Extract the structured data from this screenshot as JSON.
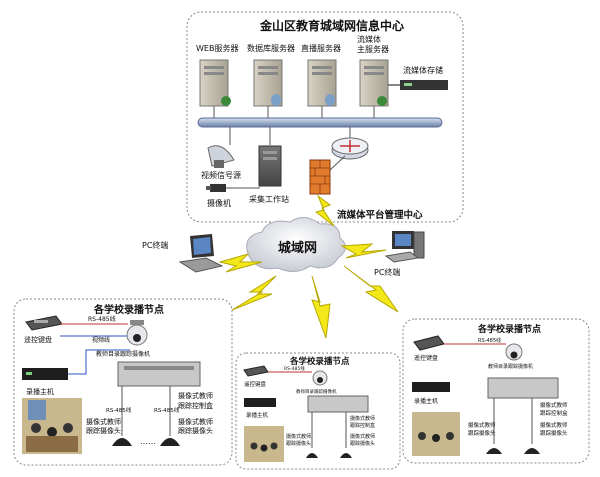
{
  "center": {
    "title": "金山区教育城域网信息中心",
    "web_server": "WEB服务器",
    "db_server": "数据库服务器",
    "live_server": "直播服务器",
    "stream_server_l1": "流媒体",
    "stream_server_l2": "主服务器",
    "stream_storage": "流媒体存储",
    "video_source": "视频信号源",
    "camera": "摄像机",
    "workstation": "采集工作站",
    "platform_title": "流媒体平台管理中心"
  },
  "network": {
    "metro": "城域网",
    "pc_left": "PC终端",
    "pc_right": "PC终端"
  },
  "school_left": {
    "title": "各学校录播节点",
    "remote": "遥控键盘",
    "rs485": "RS-485线",
    "video_line": "视频线",
    "track_cam": "教师目录跟踪摄像机",
    "recorder": "录播主机",
    "ctrl_l1": "摄像式教师",
    "ctrl_l2": "跟踪控制盒",
    "rs485_a": "RS-485线",
    "rs485_b": "RS-485线",
    "student_cam_l1": "摄像式教师",
    "student_cam_l2": "跟踪摄像头",
    "teacher_cam_l1": "摄像式教师",
    "teacher_cam_l2": "跟踪摄像头",
    "dots": "……"
  },
  "school_mid": {
    "title": "各学校录播节点",
    "remote": "遥控键盘",
    "rs485": "RS-485线",
    "track_cam": "教师目录跟踪摄像机",
    "recorder": "录播主机",
    "ctrl_l1": "摄像式教师",
    "ctrl_l2": "跟踪控制盒",
    "student_cam_l1": "摄像式教师",
    "student_cam_l2": "跟踪摄像头",
    "teacher_cam_l1": "摄像式教师",
    "teacher_cam_l2": "跟踪摄像头"
  },
  "school_right": {
    "title": "各学校录播节点",
    "remote": "遥控键盘",
    "rs485": "RS-485线",
    "track_cam": "教师目录跟踪摄像机",
    "recorder": "录播主机",
    "ctrl_l1": "摄像式教师",
    "ctrl_l2": "跟踪控制盒",
    "student_cam_l1": "摄像式教师",
    "student_cam_l2": "跟踪摄像头",
    "teacher_cam_l1": "摄像式教师",
    "teacher_cam_l2": "跟踪摄像头"
  }
}
